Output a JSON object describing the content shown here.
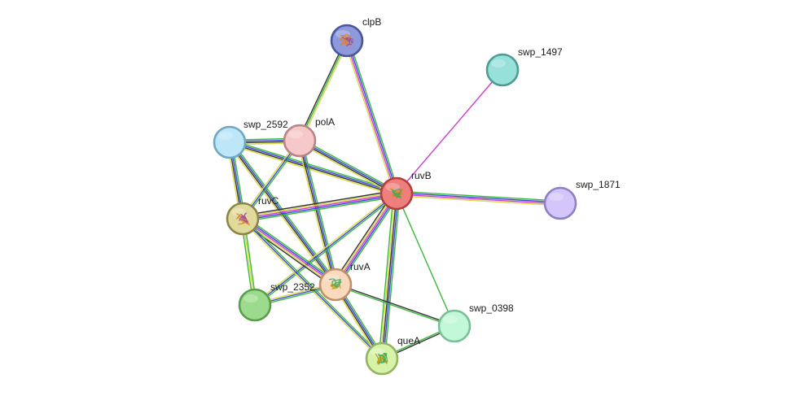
{
  "network": {
    "nodes": [
      {
        "id": "clpB",
        "label": "clpB",
        "color": "#8e99dc",
        "stroke": "#4a569a",
        "icon": "protein-structure-icon"
      },
      {
        "id": "swp_1497",
        "label": "swp_1497",
        "color": "#98e1da",
        "stroke": "#4e9c94",
        "icon": null
      },
      {
        "id": "swp_2592",
        "label": "swp_2592",
        "color": "#bde6f8",
        "stroke": "#6ea8c4",
        "icon": null
      },
      {
        "id": "polA",
        "label": "polA",
        "color": "#f6c8c9",
        "stroke": "#b88486",
        "icon": null
      },
      {
        "id": "ruvB",
        "label": "ruvB",
        "color": "#ee7f7c",
        "stroke": "#b33e3e",
        "icon": "protein-structure-icon"
      },
      {
        "id": "swp_1871",
        "label": "swp_1871",
        "color": "#d4c5fa",
        "stroke": "#8f7fc4",
        "icon": null
      },
      {
        "id": "ruvC",
        "label": "ruvC",
        "color": "#e0db9c",
        "stroke": "#8c8646",
        "icon": "protein-structure-icon"
      },
      {
        "id": "ruvA",
        "label": "ruvA",
        "color": "#fbd9bd",
        "stroke": "#c0906a",
        "icon": "protein-structure-icon"
      },
      {
        "id": "swp_2352",
        "label": "swp_2352",
        "color": "#9cdb8d",
        "stroke": "#5a9e4c",
        "icon": null
      },
      {
        "id": "swp_0398",
        "label": "swp_0398",
        "color": "#c2f7d8",
        "stroke": "#7bbf98",
        "icon": null
      },
      {
        "id": "queA",
        "label": "queA",
        "color": "#d7f2a9",
        "stroke": "#93b463",
        "icon": "protein-structure-icon"
      }
    ],
    "edge_colors": {
      "green": "#3ab83a",
      "blue": "#3a48d6",
      "magenta": "#d23ad2",
      "yellow": "#d9d94a",
      "black": "#333333",
      "gray": "#7a7a7a"
    },
    "edges": [
      {
        "source": "clpB",
        "target": "polA",
        "channels": [
          "yellow",
          "green",
          "black"
        ]
      },
      {
        "source": "clpB",
        "target": "ruvB",
        "channels": [
          "green",
          "blue",
          "magenta",
          "yellow"
        ]
      },
      {
        "source": "swp_1497",
        "target": "ruvB",
        "channels": [
          "magenta"
        ]
      },
      {
        "source": "swp_2592",
        "target": "polA",
        "channels": [
          "green",
          "blue",
          "black",
          "yellow"
        ]
      },
      {
        "source": "swp_2592",
        "target": "ruvB",
        "channels": [
          "green",
          "blue",
          "black",
          "yellow"
        ]
      },
      {
        "source": "swp_2592",
        "target": "ruvC",
        "channels": [
          "green",
          "blue",
          "black",
          "yellow"
        ]
      },
      {
        "source": "swp_2592",
        "target": "ruvA",
        "channels": [
          "green",
          "blue",
          "black",
          "yellow"
        ]
      },
      {
        "source": "polA",
        "target": "ruvB",
        "channels": [
          "green",
          "blue",
          "black",
          "yellow"
        ]
      },
      {
        "source": "polA",
        "target": "ruvC",
        "channels": [
          "green",
          "blue",
          "yellow"
        ]
      },
      {
        "source": "polA",
        "target": "ruvA",
        "channels": [
          "green",
          "blue",
          "black",
          "yellow"
        ]
      },
      {
        "source": "ruvB",
        "target": "swp_1871",
        "channels": [
          "green",
          "blue",
          "magenta",
          "yellow"
        ]
      },
      {
        "source": "ruvB",
        "target": "ruvC",
        "channels": [
          "green",
          "blue",
          "magenta",
          "yellow",
          "black"
        ]
      },
      {
        "source": "ruvB",
        "target": "ruvA",
        "channels": [
          "green",
          "blue",
          "magenta",
          "yellow",
          "black"
        ]
      },
      {
        "source": "ruvB",
        "target": "swp_2352",
        "channels": [
          "green",
          "blue",
          "yellow"
        ]
      },
      {
        "source": "ruvB",
        "target": "swp_0398",
        "channels": [
          "green"
        ]
      },
      {
        "source": "ruvB",
        "target": "queA",
        "channels": [
          "green",
          "blue",
          "black",
          "yellow",
          "green"
        ]
      },
      {
        "source": "ruvC",
        "target": "ruvA",
        "channels": [
          "green",
          "blue",
          "magenta",
          "yellow",
          "black"
        ]
      },
      {
        "source": "ruvC",
        "target": "swp_2352",
        "channels": [
          "green",
          "yellow",
          "green"
        ]
      },
      {
        "source": "ruvC",
        "target": "queA",
        "channels": [
          "green",
          "blue",
          "yellow"
        ]
      },
      {
        "source": "ruvA",
        "target": "swp_2352",
        "channels": [
          "green",
          "blue",
          "yellow"
        ]
      },
      {
        "source": "ruvA",
        "target": "swp_0398",
        "channels": [
          "black",
          "green"
        ]
      },
      {
        "source": "ruvA",
        "target": "queA",
        "channels": [
          "green",
          "blue",
          "black",
          "yellow"
        ]
      },
      {
        "source": "queA",
        "target": "swp_0398",
        "channels": [
          "green",
          "black"
        ]
      }
    ]
  }
}
